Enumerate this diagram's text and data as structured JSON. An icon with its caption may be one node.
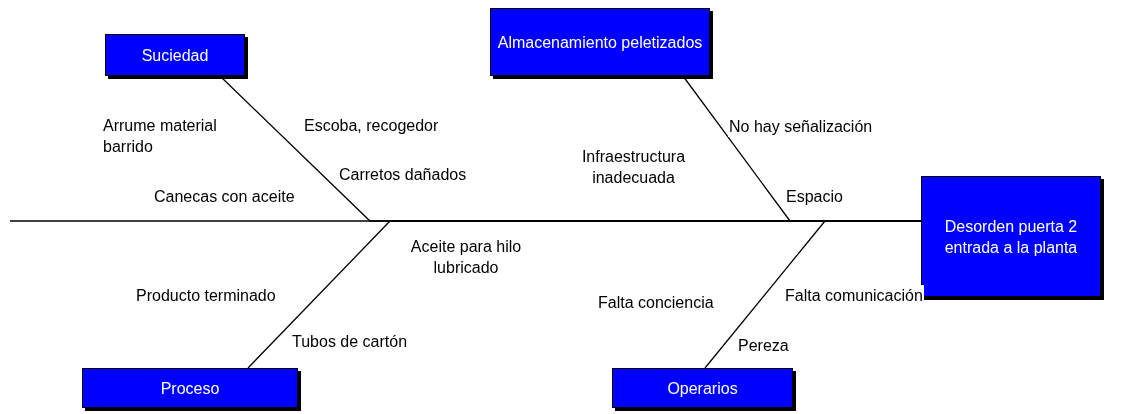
{
  "diagram": {
    "nodes": [
      {
        "text": [
          "Suciedad"
        ]
      },
      {
        "text": [
          "Almacenamiento peletizados"
        ]
      },
      {
        "text": [
          "Desorden puerta 2 entrada a la planta"
        ]
      },
      {
        "text": [
          "Proceso"
        ]
      },
      {
        "text": [
          "Operarios"
        ]
      }
    ],
    "edges": [
      {
        "from": null,
        "to": 2,
        "arrow": "none"
      },
      {
        "from": 0,
        "to": 2,
        "arrow": "none"
      },
      {
        "from": 1,
        "to": 2,
        "arrow": "none"
      },
      {
        "from": 3,
        "to": 2,
        "arrow": "none"
      },
      {
        "from": 4,
        "to": 2,
        "arrow": "none"
      }
    ],
    "labels": [
      "Arrume material barrido",
      "Escoba, recogedor",
      "Carretos dañados",
      "Canecas con aceite",
      "Aceite para hilo lubricado",
      "Producto terminado",
      "Tubos de cartón",
      "No hay señalización",
      "Infraestructura inadecuada",
      "Espacio",
      "Falta conciencia",
      "Falta comunicación",
      "Pereza"
    ]
  }
}
